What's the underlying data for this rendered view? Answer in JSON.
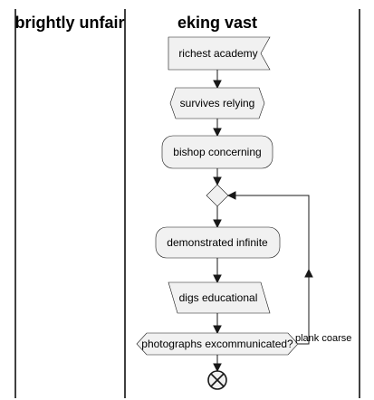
{
  "swimlanes": [
    {
      "title": "brightly unfair"
    },
    {
      "title": "eking vast"
    }
  ],
  "nodes": {
    "start_event": {
      "label": "richest academy",
      "shape": "flag"
    },
    "hexagon_step": {
      "label": "survives relying",
      "shape": "hexagon"
    },
    "activity_1": {
      "label": "bishop concerning",
      "shape": "rounded-box"
    },
    "activity_2": {
      "label": "demonstrated infinite",
      "shape": "rounded-box"
    },
    "io_step": {
      "label": "digs educational",
      "shape": "parallelogram"
    },
    "decision": {
      "label": "photographs excommunicated?",
      "shape": "hexagon"
    }
  },
  "edges": {
    "loop_label": "plank coarse"
  },
  "colors": {
    "node_fill": "#f1f1f1",
    "stroke": "#181818",
    "lane_line": "#000000"
  }
}
